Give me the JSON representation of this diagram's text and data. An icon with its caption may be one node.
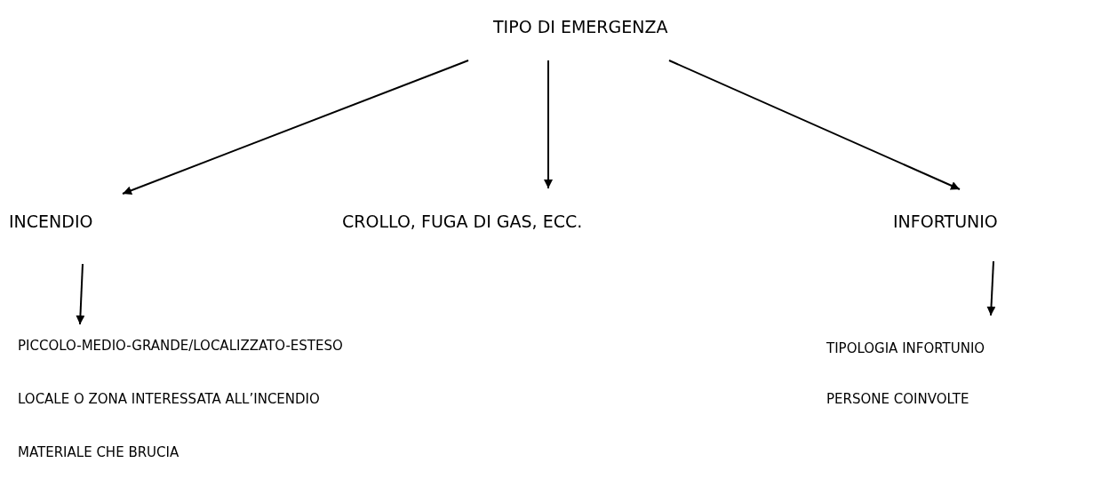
{
  "diagram": {
    "nodes": [
      {
        "text": [
          "TIPO DI EMERGENZA"
        ]
      },
      {
        "text": [
          "INCENDIO"
        ]
      },
      {
        "text": [
          "CROLLO, FUGA DI GAS, ECC."
        ]
      },
      {
        "text": [
          "INFORTUNIO"
        ]
      },
      {
        "text": [
          "PICCOLO-MEDIO-GRANDE/LOCALIZZATO-ESTESO",
          "LOCALE O ZONA INTERESSATA ALL’INCENDIO",
          "MATERIALE CHE BRUCIA"
        ]
      },
      {
        "text": [
          "TIPOLOGIA INFORTUNIO",
          "PERSONE COINVOLTE"
        ]
      }
    ],
    "edges": [
      {
        "from": 0,
        "to": 1,
        "arrow": "to"
      },
      {
        "from": 0,
        "to": 2,
        "arrow": "to"
      },
      {
        "from": 0,
        "to": 3,
        "arrow": "to"
      },
      {
        "from": 1,
        "to": 4,
        "arrow": "to"
      },
      {
        "from": 3,
        "to": 5,
        "arrow": "to"
      }
    ]
  }
}
